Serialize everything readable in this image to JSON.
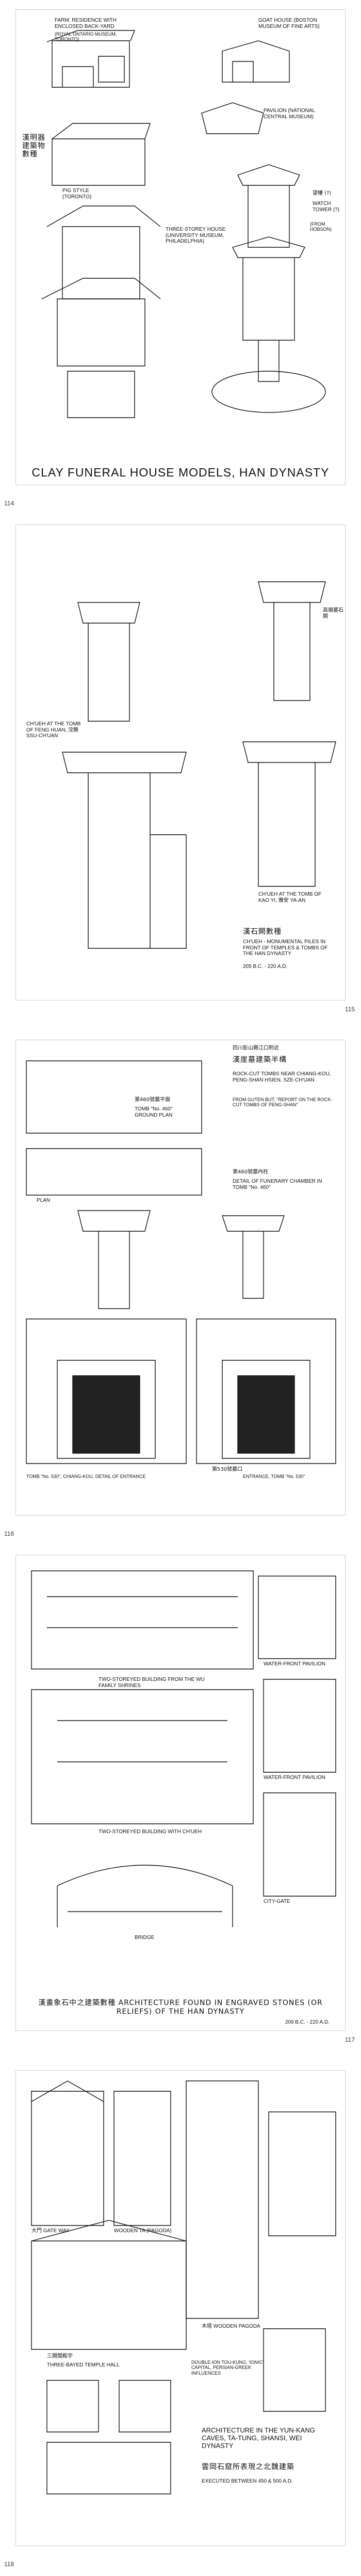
{
  "pages": [
    {
      "number": "114",
      "title": "CLAY FUNERAL HOUSE MODELS, HAN DYNASTY",
      "labels": [
        "FARM: RESIDENCE WITH ENCLOSED BACK-YARD",
        "(ROYAL ONTARIO MUSEUM, TORONTO)",
        "GOAT HOUSE (BOSTON MUSEUM OF FINE ARTS)",
        "PAVILION (NATIONAL CENTRAL MUSEUM)",
        "PIG STYLE (TORONTO)",
        "漢明器建築物數種",
        "THREE-STOREY HOUSE (UNIVERSITY MUSEUM, PHILADELPHIA)",
        "望樓 (?)",
        "WATCH TOWER (?)",
        "(FROM HOBSON)"
      ]
    },
    {
      "number": "115",
      "title": "漢石闕數種",
      "labels": [
        "CH'UEH AT THE TOMB OF FENG HUAN, 洨縣 SSU-CH'UAN",
        "高頤墓石闕",
        "CH'UEH AT THE TOMB OF KAO YI, 雅安 YA-AN",
        "CH'UEH - MONUMENTAL PILES IN FRONT OF TEMPLES & TOMBS OF THE HAN DYNASTY",
        "205 B.C. - 220 A.D."
      ]
    },
    {
      "number": "116",
      "title": "TOMB \"No. 530\", CHIANG-KOU, DETAIL OF ENTRANCE",
      "labels": [
        "四川彭山縣江口附近",
        "漢崖墓建築半構",
        "ROCK-CUT TOMBS NEAR CHIANG-KOU, PENG-SHAN HSIEN, SZE-CH'UAN",
        "FROM GUTEN BUT, \"REPORT ON THE ROCK-CUT TOMBS OF PENG-SHAN\"",
        "第460號墓平面",
        "TOMB \"No. 460\" GROUND PLAN",
        "第460號墓內柱",
        "DETAIL OF FUNERARY CHAMBER IN TOMB \"No. 460\"",
        "PLAN",
        "第530號墓口",
        "ENTRANCE, TOMB \"No. 530\""
      ]
    },
    {
      "number": "117",
      "title": "漢畫象石中之建築數種  ARCHITECTURE FOUND IN ENGRAVED STONES (OR RELIEFS) OF THE HAN DYNASTY",
      "labels": [
        "TWO-STOREYED BUILDING FROM THE WU FAMILY SHRINES",
        "WATER-FRONT PAVILION",
        "TWO-STOREYED BUILDING WITH CH'UEH",
        "WATER-FRONT PAVILION",
        "CITY-GATE",
        "BRIDGE",
        "206 B.C. - 220 A.D."
      ]
    },
    {
      "number": "118",
      "title": "雲岡石窟所表現之北魏建築",
      "labels": [
        "大門 GATE WAY",
        "WOODEN TA (PAGODA)",
        "三開間殿宇",
        "THREE-BAYED TEMPLE HALL",
        "木塔 WOODEN PAGODA",
        "DOUBLE-ION TOU-KUNG, 'IONIC' CAPITAL, PERSIAN-GREEK INFLUENCES",
        "ARCHITECTURE IN THE YUN-KANG CAVES, TA-TUNG, SHANSI, WEI DYNASTY",
        "EXECUTED BETWEEN 450 & 500 A.D."
      ]
    }
  ]
}
